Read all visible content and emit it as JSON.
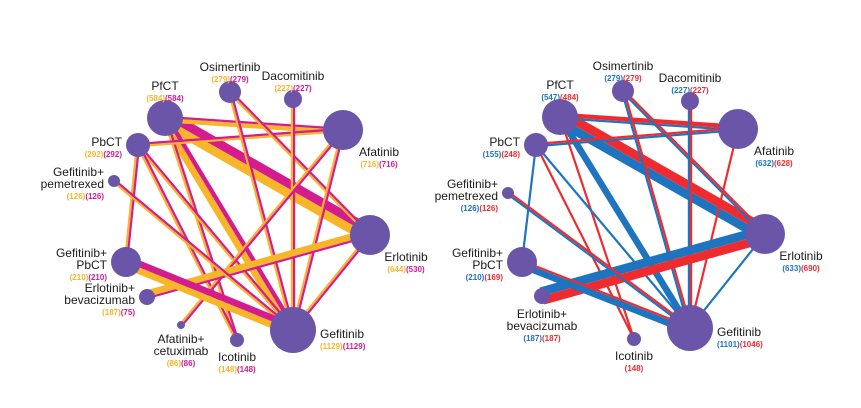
{
  "panels": [
    {
      "name": "left-network",
      "colors": {
        "a": "#f7b52a",
        "b": "#d41c8f",
        "node": "#6a55a8"
      },
      "nodes": [
        {
          "id": "pfct",
          "label": [
            "PfCT"
          ],
          "a": "(584)",
          "b": "(584)"
        },
        {
          "id": "osi",
          "label": [
            "Osimertinib"
          ],
          "a": "(279)",
          "b": "(279)"
        },
        {
          "id": "daco",
          "label": [
            "Dacomitinib"
          ],
          "a": "(227)",
          "b": "(227)"
        },
        {
          "id": "afa",
          "label": [
            "Afatinib"
          ],
          "a": "(716)",
          "b": "(716)"
        },
        {
          "id": "pbct",
          "label": [
            "PbCT"
          ],
          "a": "(292)",
          "b": "(292)"
        },
        {
          "id": "gefpem",
          "label": [
            "Gefitinib+",
            "pemetrexed"
          ],
          "a": "(126)",
          "b": "(126)"
        },
        {
          "id": "erl",
          "label": [
            "Erlotinib"
          ],
          "a": "(644)",
          "b": "(530)"
        },
        {
          "id": "gefpbct",
          "label": [
            "Gefitinib+",
            "PbCT"
          ],
          "a": "(210)",
          "b": "(210)"
        },
        {
          "id": "erlbev",
          "label": [
            "Erlotinib+",
            "bevacizumab"
          ],
          "a": "(187)",
          "b": "(75)"
        },
        {
          "id": "afacet",
          "label": [
            "Afatinib+",
            "cetuximab"
          ],
          "a": "(86)",
          "b": "(86)"
        },
        {
          "id": "ico",
          "label": [
            "Icotinib"
          ],
          "a": "(148)",
          "b": "(148)"
        },
        {
          "id": "gef",
          "label": [
            "Gefitinib"
          ],
          "a": "(1129)",
          "b": "(1129)"
        }
      ],
      "edges": [
        [
          "pfct",
          "erl",
          4,
          4
        ],
        [
          "pfct",
          "afa",
          2,
          1
        ],
        [
          "pfct",
          "gef",
          3,
          2
        ],
        [
          "pfct",
          "ico",
          1,
          1
        ],
        [
          "pbct",
          "afa",
          1,
          1
        ],
        [
          "pbct",
          "gef",
          1,
          1
        ],
        [
          "pbct",
          "ico",
          1,
          1
        ],
        [
          "pbct",
          "gefpbct",
          1,
          1
        ],
        [
          "osi",
          "gef",
          1,
          1
        ],
        [
          "osi",
          "erl",
          1,
          1
        ],
        [
          "daco",
          "gef",
          1,
          1
        ],
        [
          "afa",
          "gef",
          1,
          1
        ],
        [
          "afa",
          "afacet",
          1,
          1
        ],
        [
          "erl",
          "gef",
          1,
          1
        ],
        [
          "erl",
          "erlbev",
          3,
          1
        ],
        [
          "gefpem",
          "gef",
          1,
          1
        ],
        [
          "gefpbct",
          "gef",
          3,
          3
        ]
      ]
    },
    {
      "name": "right-network",
      "colors": {
        "a": "#1f74c0",
        "b": "#ee2c30",
        "node": "#6a55a8"
      },
      "nodes": [
        {
          "id": "pfct",
          "label": [
            "PfCT"
          ],
          "a": "(547)",
          "b": "(484)"
        },
        {
          "id": "osi",
          "label": [
            "Osimertinib"
          ],
          "a": "(279)",
          "b": "(279)"
        },
        {
          "id": "daco",
          "label": [
            "Dacomitinib"
          ],
          "a": "(227)",
          "b": "(227)"
        },
        {
          "id": "afa",
          "label": [
            "Afatinib"
          ],
          "a": "(632)",
          "b": "(628)"
        },
        {
          "id": "pbct",
          "label": [
            "PbCT"
          ],
          "a": "(155)",
          "b": "(248)"
        },
        {
          "id": "gefpem",
          "label": [
            "Gefitinib+",
            "pemetrexed"
          ],
          "a": "(126)",
          "b": "(126)"
        },
        {
          "id": "erl",
          "label": [
            "Erlotinib"
          ],
          "a": "(633)",
          "b": "(690)"
        },
        {
          "id": "gefpbct",
          "label": [
            "Gefitinib+",
            "PbCT"
          ],
          "a": "(210)",
          "b": "(169)"
        },
        {
          "id": "erlbev",
          "label": [
            "Erlotinib+",
            "bevacizumab"
          ],
          "a": "(187)",
          "b": "(187)"
        },
        {
          "id": "ico",
          "label": [
            "Icotinib"
          ],
          "a": "",
          "b": "(148)"
        },
        {
          "id": "gef",
          "label": [
            "Gefitinib"
          ],
          "a": "(1101)",
          "b": "(1046)"
        }
      ],
      "edges": [
        [
          "pfct",
          "erl",
          4,
          4
        ],
        [
          "pfct",
          "afa",
          1,
          2
        ],
        [
          "pfct",
          "gef",
          3,
          0
        ],
        [
          "pfct",
          "ico",
          0,
          1
        ],
        [
          "pbct",
          "afa",
          1,
          1
        ],
        [
          "pbct",
          "gef",
          1,
          0
        ],
        [
          "pbct",
          "ico",
          0,
          1
        ],
        [
          "pbct",
          "gefpbct",
          1,
          0
        ],
        [
          "osi",
          "gef",
          1,
          1
        ],
        [
          "osi",
          "erl",
          1,
          1
        ],
        [
          "daco",
          "gef",
          1,
          1
        ],
        [
          "afa",
          "gef",
          0,
          1
        ],
        [
          "erl",
          "gef",
          1,
          0
        ],
        [
          "erl",
          "erlbev",
          4,
          4
        ],
        [
          "gefpem",
          "gef",
          1,
          1
        ],
        [
          "gefpbct",
          "gef",
          3,
          1
        ]
      ]
    }
  ]
}
